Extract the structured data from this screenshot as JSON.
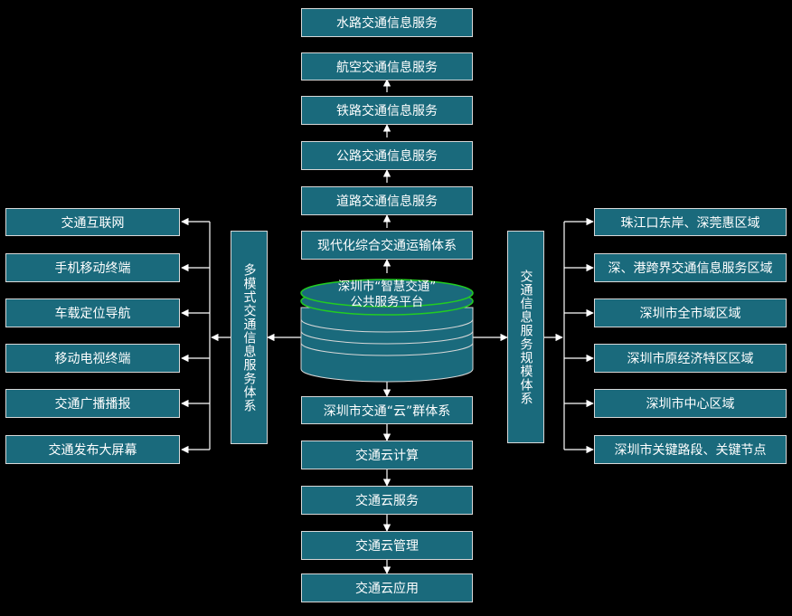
{
  "center": {
    "top_column": [
      "水路交通信息服务",
      "航空交通信息服务",
      "铁路交通信息服务",
      "公路交通信息服务",
      "道路交通信息服务",
      "现代化综合交通运输体系"
    ],
    "platform_line1": "深圳市“智慧交通”",
    "platform_line2": "公共服务平台",
    "bottom_column": [
      "深圳市交通“云”群体系",
      "交通云计算",
      "交通云服务",
      "交通云管理",
      "交通云应用"
    ]
  },
  "left": {
    "hub": "多模式交通信息服务体系",
    "items": [
      "交通互联网",
      "手机移动终端",
      "车载定位导航",
      "移动电视终端",
      "交通广播播报",
      "交通发布大屏幕"
    ]
  },
  "right": {
    "hub": "交通信息服务规模体系",
    "items": [
      "珠江口东岸、深莞惠区域",
      "深、港跨界交通信息服务区域",
      "深圳市全市域区域",
      "深圳市原经济特区区域",
      "深圳市中心区域",
      "深圳市关键路段、关键节点"
    ]
  },
  "colors": {
    "box_fill": "#1a6a7c",
    "box_border": "#d8d8d8",
    "background": "#000000",
    "platform_ring": "#22cc22"
  }
}
